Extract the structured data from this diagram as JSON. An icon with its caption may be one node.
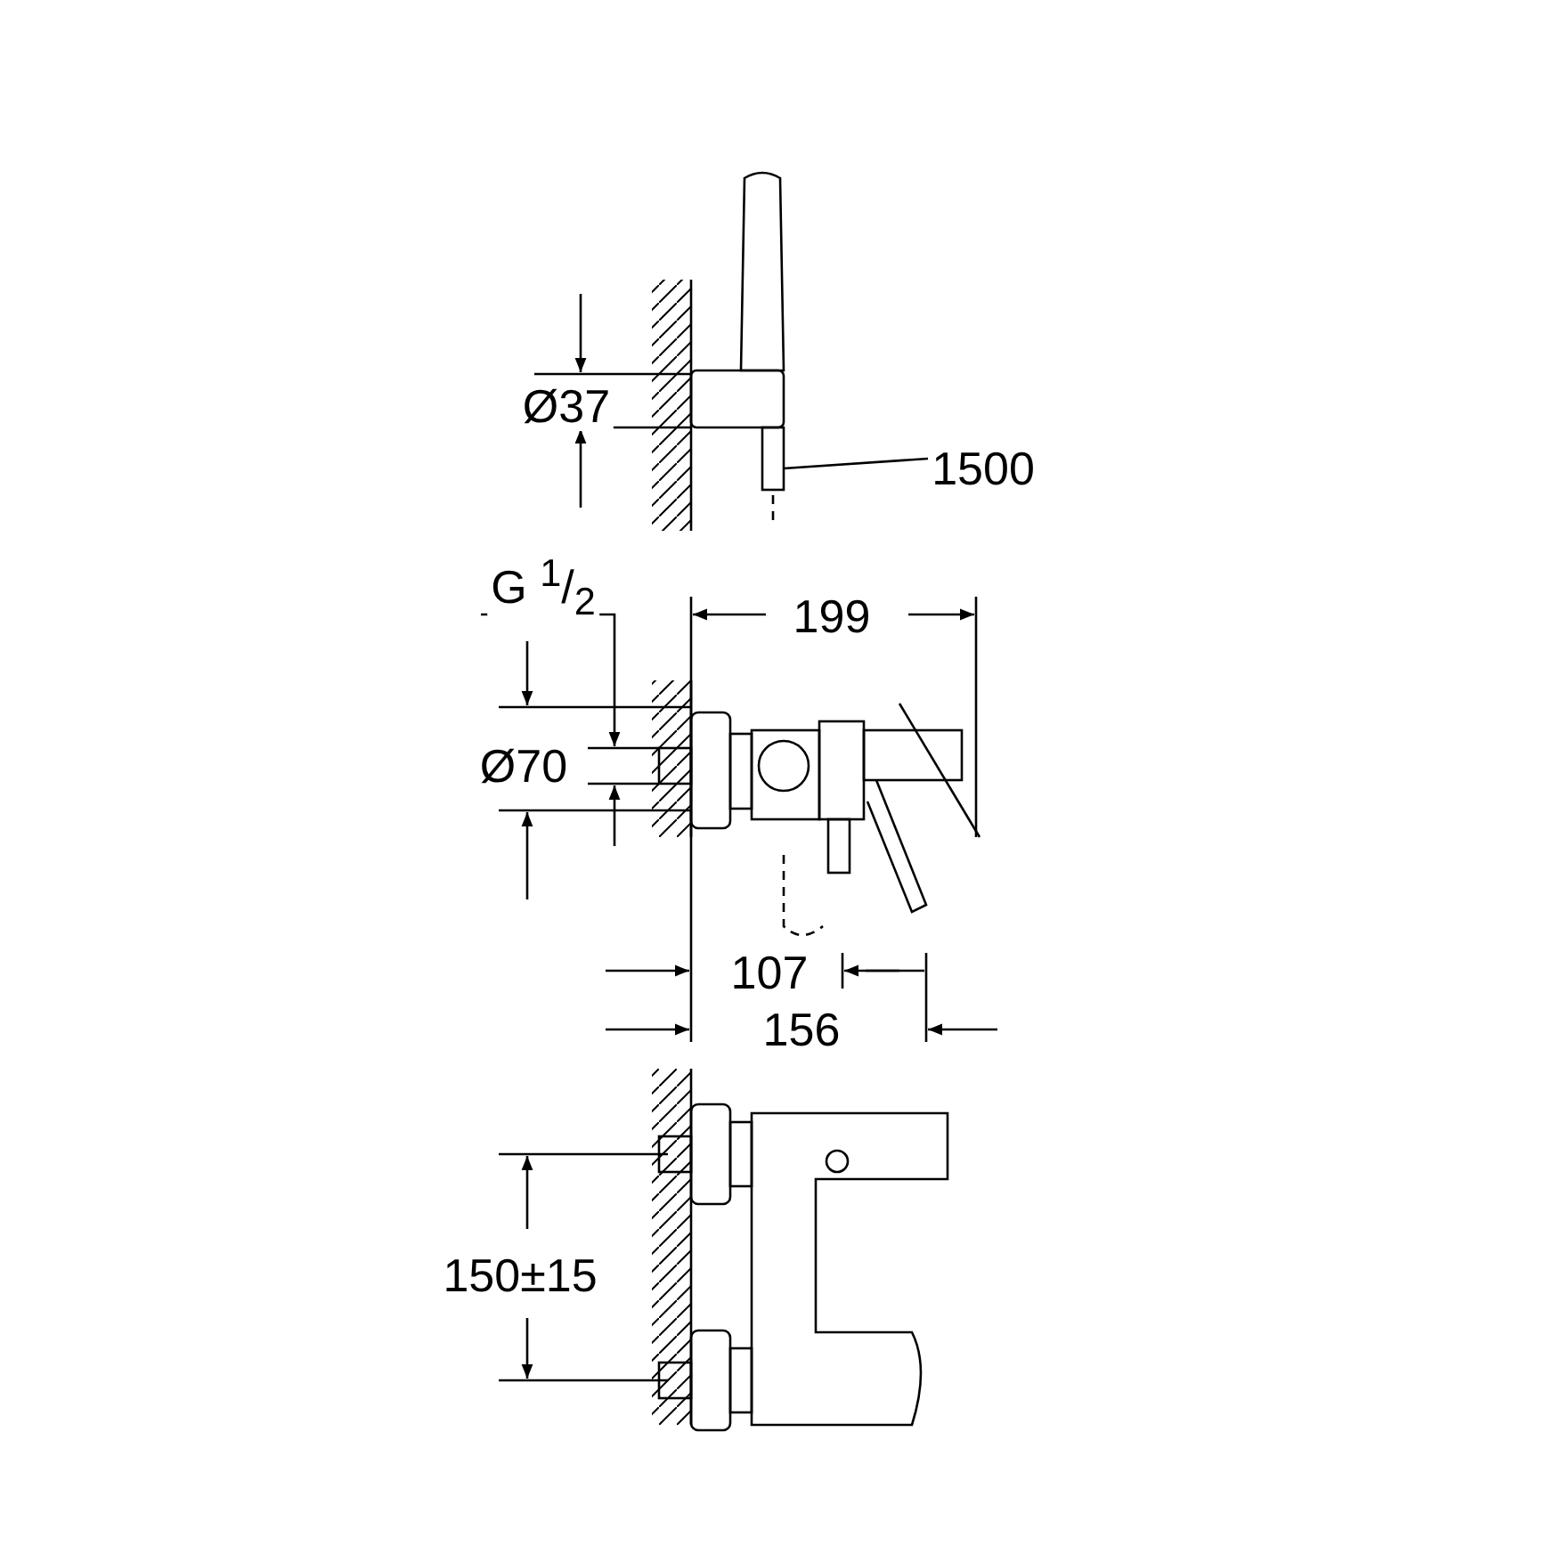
{
  "diagram": {
    "nodes": [
      {
        "text": [
          "1500"
        ]
      },
      {
        "text": [],
        "shape": "box"
      }
    ],
    "edges": [
      {
        "from": 0,
        "to": 1,
        "arrow": "none"
      }
    ],
    "labels": [
      "Ø37",
      "G $^{1}$/$_{2}$",
      "199",
      "Ø70",
      "107",
      "156",
      "150±15"
    ]
  }
}
